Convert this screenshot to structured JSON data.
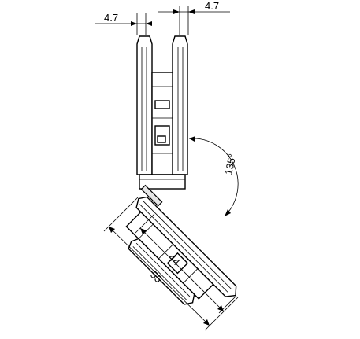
{
  "dimensions": {
    "top_left_width": "4.7",
    "top_right_width": "4.7",
    "angle": "135°",
    "inner_length": "44",
    "outer_length": "55"
  },
  "colors": {
    "line": "#000000",
    "background": "#ffffff",
    "fill_grey": "#e6e6e6"
  }
}
